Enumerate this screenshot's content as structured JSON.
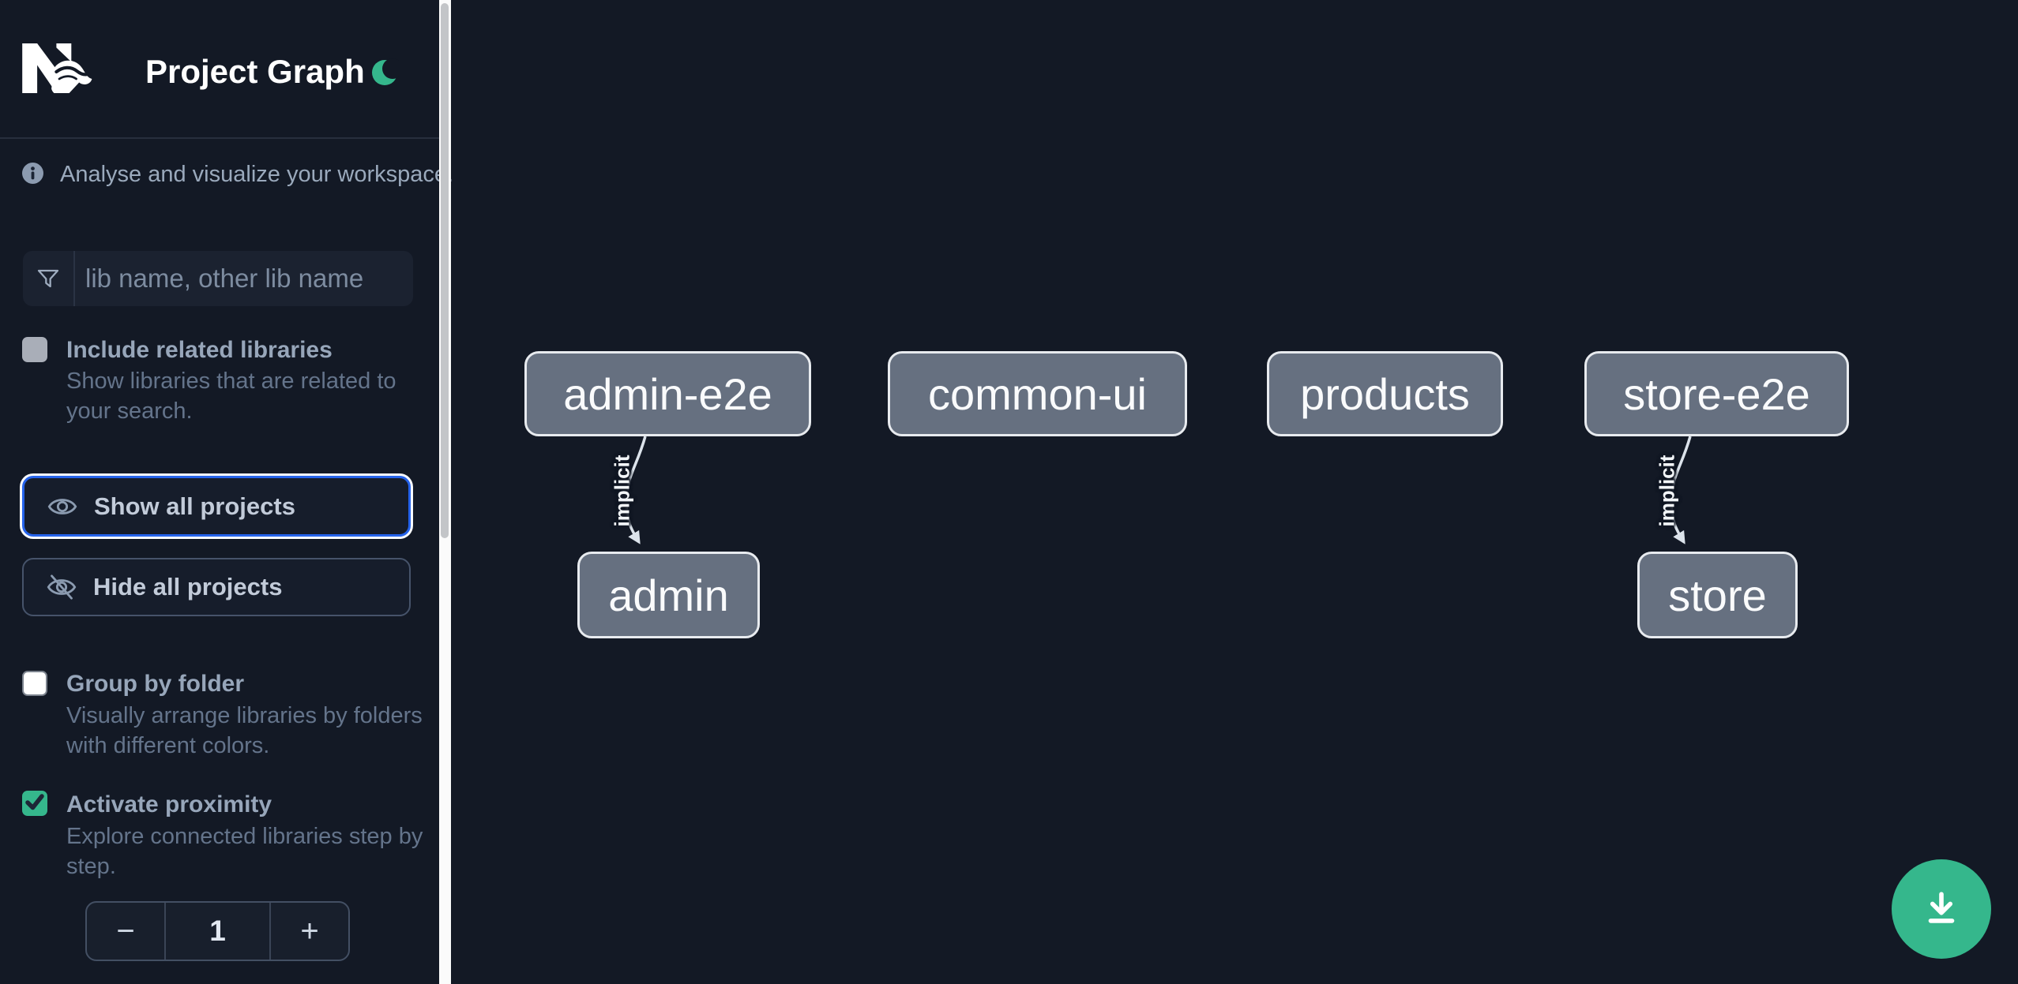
{
  "header": {
    "title": "Project Graph",
    "logo": "nx-logo",
    "theme_icon": "moon-icon"
  },
  "sidebar": {
    "tagline": "Analyse and visualize your workspace.",
    "filter": {
      "placeholder": "lib name, other lib name",
      "value": ""
    },
    "options": [
      {
        "label": "Include related libraries",
        "description": "Show libraries that are related to your search.",
        "checked": false,
        "disabled": true
      },
      {
        "label": "Group by folder",
        "description": "Visually arrange libraries by folders with different colors.",
        "checked": false,
        "disabled": false
      },
      {
        "label": "Activate proximity",
        "description": "Explore connected libraries step by step.",
        "checked": true,
        "disabled": false
      }
    ],
    "actions": [
      {
        "label": "Show all projects",
        "icon": "eye-icon",
        "focused": true
      },
      {
        "label": "Hide all projects",
        "icon": "eye-off-icon",
        "focused": false
      }
    ],
    "proximity_stepper": {
      "decrement": "−",
      "value": "1",
      "increment": "+"
    }
  },
  "graph": {
    "nodes": [
      {
        "id": "admin-e2e",
        "label": "admin-e2e"
      },
      {
        "id": "common-ui",
        "label": "common-ui"
      },
      {
        "id": "products",
        "label": "products"
      },
      {
        "id": "store-e2e",
        "label": "store-e2e"
      },
      {
        "id": "admin",
        "label": "admin"
      },
      {
        "id": "store",
        "label": "store"
      }
    ],
    "edges": [
      {
        "source": "admin-e2e",
        "target": "admin",
        "label": "implicit"
      },
      {
        "source": "store-e2e",
        "target": "store",
        "label": "implicit"
      }
    ]
  },
  "fab": {
    "icon": "download-icon"
  },
  "colors": {
    "background": "#131925",
    "accent_green": "#35b78c",
    "focus_blue": "#2563eb",
    "node_fill": "#667080",
    "node_border": "#e8ebef",
    "edge": "#dce3eb"
  }
}
